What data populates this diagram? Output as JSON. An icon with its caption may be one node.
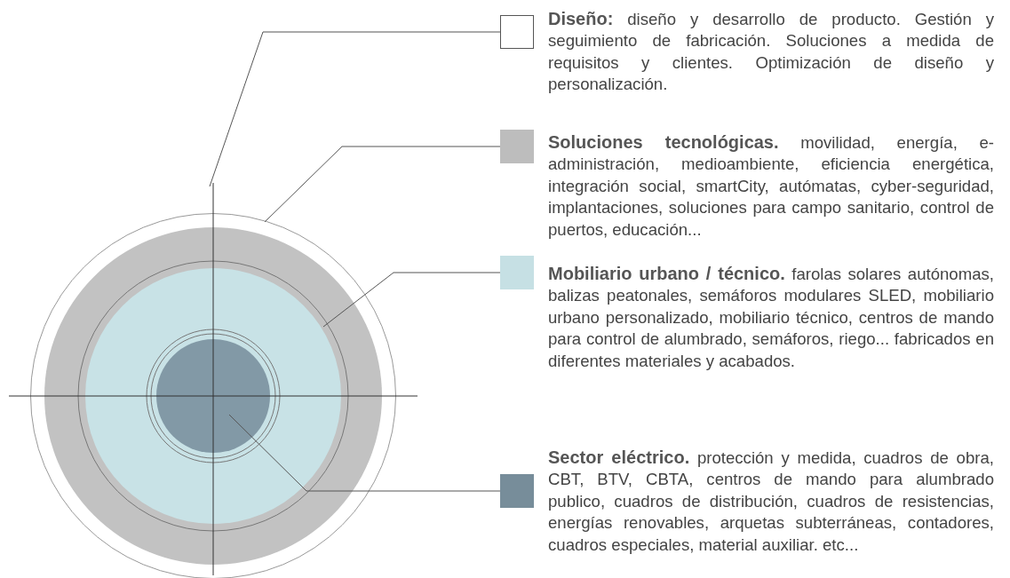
{
  "diagram": {
    "nodes": [
      {
        "text": [
          "**Diseño:** diseño y desarrollo de producto. Gestión y seguimiento de fabricación. Soluciones a medida de requisitos y clientes. Optimización de diseño y personalización."
        ]
      },
      {
        "text": [
          "**Soluciones tecnológicas.** movilidad, energía, e-administración, medioambiente, eficiencia energética, integración social, smartCity, autómatas, cyber-seguridad, implantaciones, soluciones para campo sanitario, control de puertos, educación..."
        ]
      },
      {
        "text": [
          "**Mobiliario urbano / técnico.** farolas solares autónomas, balizas peatonales, semáforos modulares SLED, mobiliario urbano personalizado, mobiliario técnico, centros de mando para control de alumbrado, semáforos, riego... fabricados en diferentes materiales y acabados."
        ]
      },
      {
        "text": [
          "**Sector eléctrico.** protección y medida, cuadros de obra, CBT, BTV, CBTA, centros de mando para alumbrado publico, cuadros de distribución, cuadros de resistencias, energías renovables, arquetas subterráneas, contadores, cuadros especiales, material auxiliar. etc..."
        ]
      },
      {
        "text": [],
        "shape": "circle"
      },
      {
        "text": [],
        "shape": "circle",
        "in": 4
      },
      {
        "text": [],
        "shape": "circle",
        "in": 5
      },
      {
        "text": [],
        "shape": "circle",
        "in": 6
      }
    ],
    "edges": [
      {
        "from": 4,
        "to": 0,
        "arrow": "none"
      },
      {
        "from": 5,
        "to": 1,
        "arrow": "none"
      },
      {
        "from": 6,
        "to": 2,
        "arrow": "none"
      },
      {
        "from": 7,
        "to": 3,
        "arrow": "none"
      }
    ]
  }
}
